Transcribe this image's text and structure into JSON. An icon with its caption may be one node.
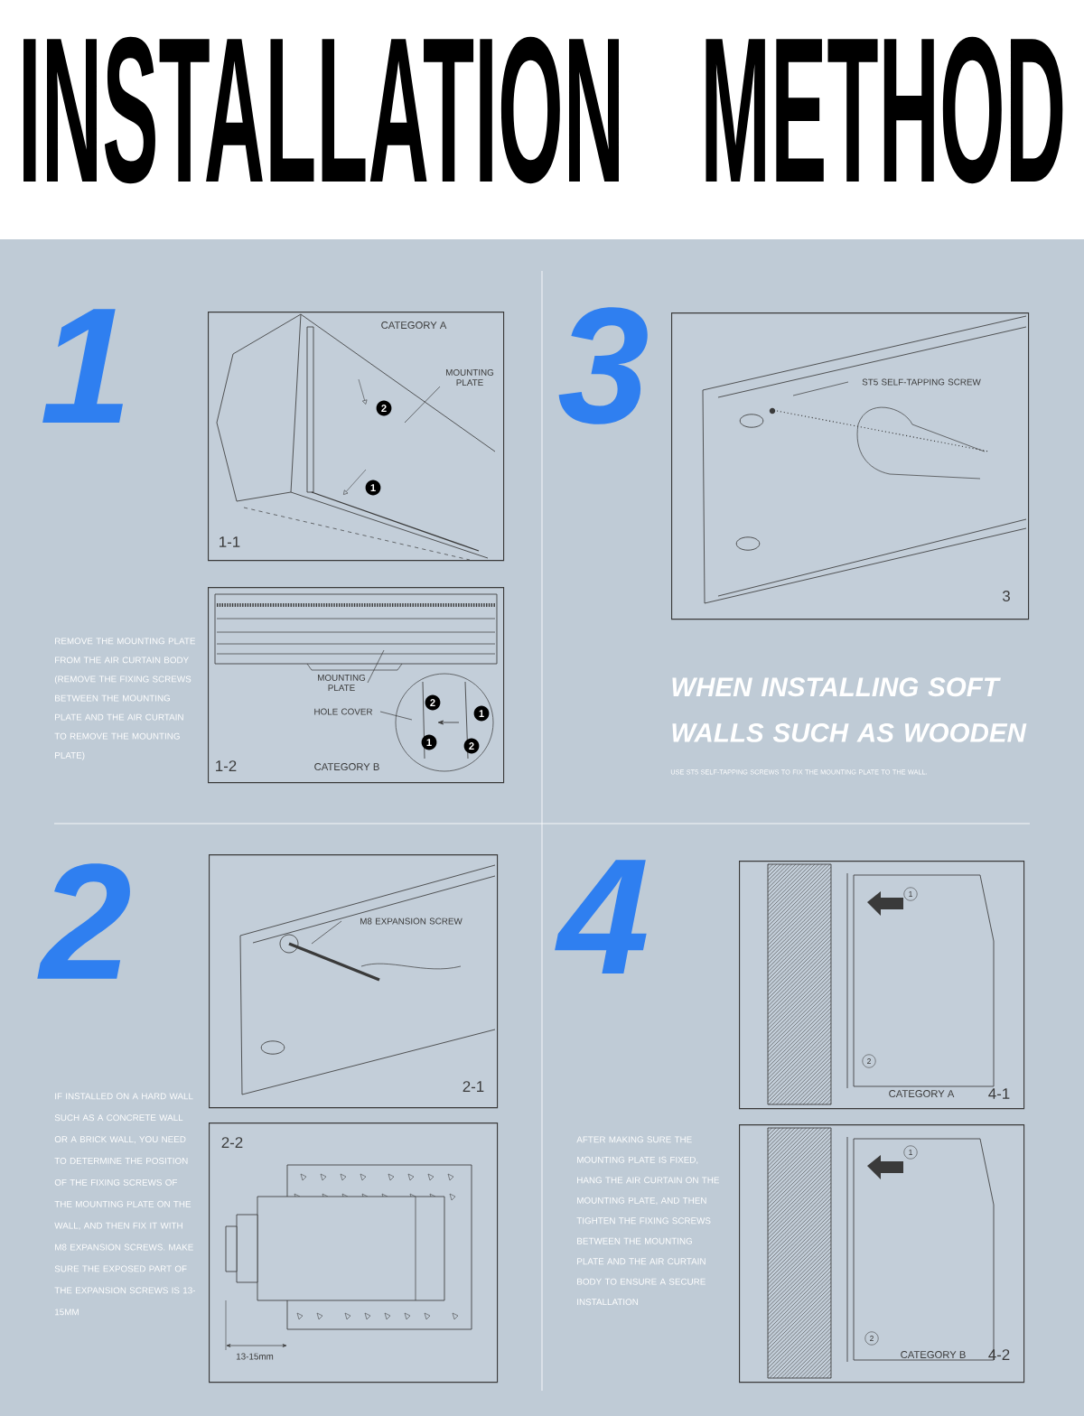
{
  "diagram": {
    "title": "INSTALLATION METHOD",
    "nodes": [
      {
        "text": [
          "CATEGORY A",
          "1-1"
        ]
      },
      {
        "text": [
          "MOUNTING PLATE"
        ],
        "in": 0
      },
      {
        "text": [
          "1-2",
          "CATEGORY B"
        ]
      },
      {
        "text": [
          "MOUNTING PLATE"
        ],
        "in": 2
      },
      {
        "text": [
          "HOLE COVER"
        ],
        "in": 2
      },
      {
        "text": [
          "3"
        ]
      },
      {
        "text": [
          "ST5 SELF-TAPPING SCREW"
        ],
        "in": 5
      },
      {
        "text": [
          "2-1"
        ]
      },
      {
        "text": [
          "M8 EXPANSION SCREW"
        ],
        "in": 7
      },
      {
        "text": [
          "2-2"
        ]
      },
      {
        "text": [
          "CATEGORY A",
          "4-1"
        ]
      },
      {
        "text": [
          "CATEGORY B",
          "4-2"
        ]
      }
    ],
    "edges": [
      {
        "from": 1,
        "to": null,
        "arrow": "none"
      },
      {
        "from": 3,
        "to": null,
        "arrow": "none"
      },
      {
        "from": 4,
        "to": null,
        "arrow": "none"
      },
      {
        "from": 6,
        "to": null,
        "arrow": "none"
      },
      {
        "from": 8,
        "to": null,
        "arrow": "none"
      }
    ],
    "labels": [
      "1",
      "REMOVE THE MOUNTING PLATE FROM THE AIR CURTAIN BODY (REMOVE THE FIXING SCREWS BETWEEN THE MOUNTING PLATE AND THE AIR CURTAIN TO REMOVE THE MOUNTING PLATE)",
      "3",
      "WHEN INSTALLING SOFT WALLS SUCH AS WOODEN",
      "USE ST5 SELF-TAPPING SCREWS TO FIX THE MOUNTING PLATE TO THE WALL.",
      "2",
      "IF INSTALLED ON A HARD WALL SUCH AS A CONCRETE WALL OR A BRICK WALL, YOU NEED TO DETERMINE THE POSITION OF THE FIXING SCREWS OF THE MOUNTING PLATE ON THE WALL, AND THEN FIX IT WITH M8 EXPANSION SCREWS. MAKE SURE THE EXPOSED PART OF THE EXPANSION SCREWS IS 13-15MM",
      "4",
      "AFTER MAKING SURE THE MOUNTING PLATE IS FIXED, HANG THE AIR CURTAIN ON THE MOUNTING PLATE, AND THEN TIGHTEN THE FIXING SCREWS BETWEEN THE MOUNTING PLATE AND THE AIR CURTAIN BODY TO ENSURE A SECURE INSTALLATION",
      "13-15mm",
      "2",
      "1",
      "2",
      "1",
      "1",
      "2",
      "1",
      "2",
      "1",
      "2"
    ]
  }
}
